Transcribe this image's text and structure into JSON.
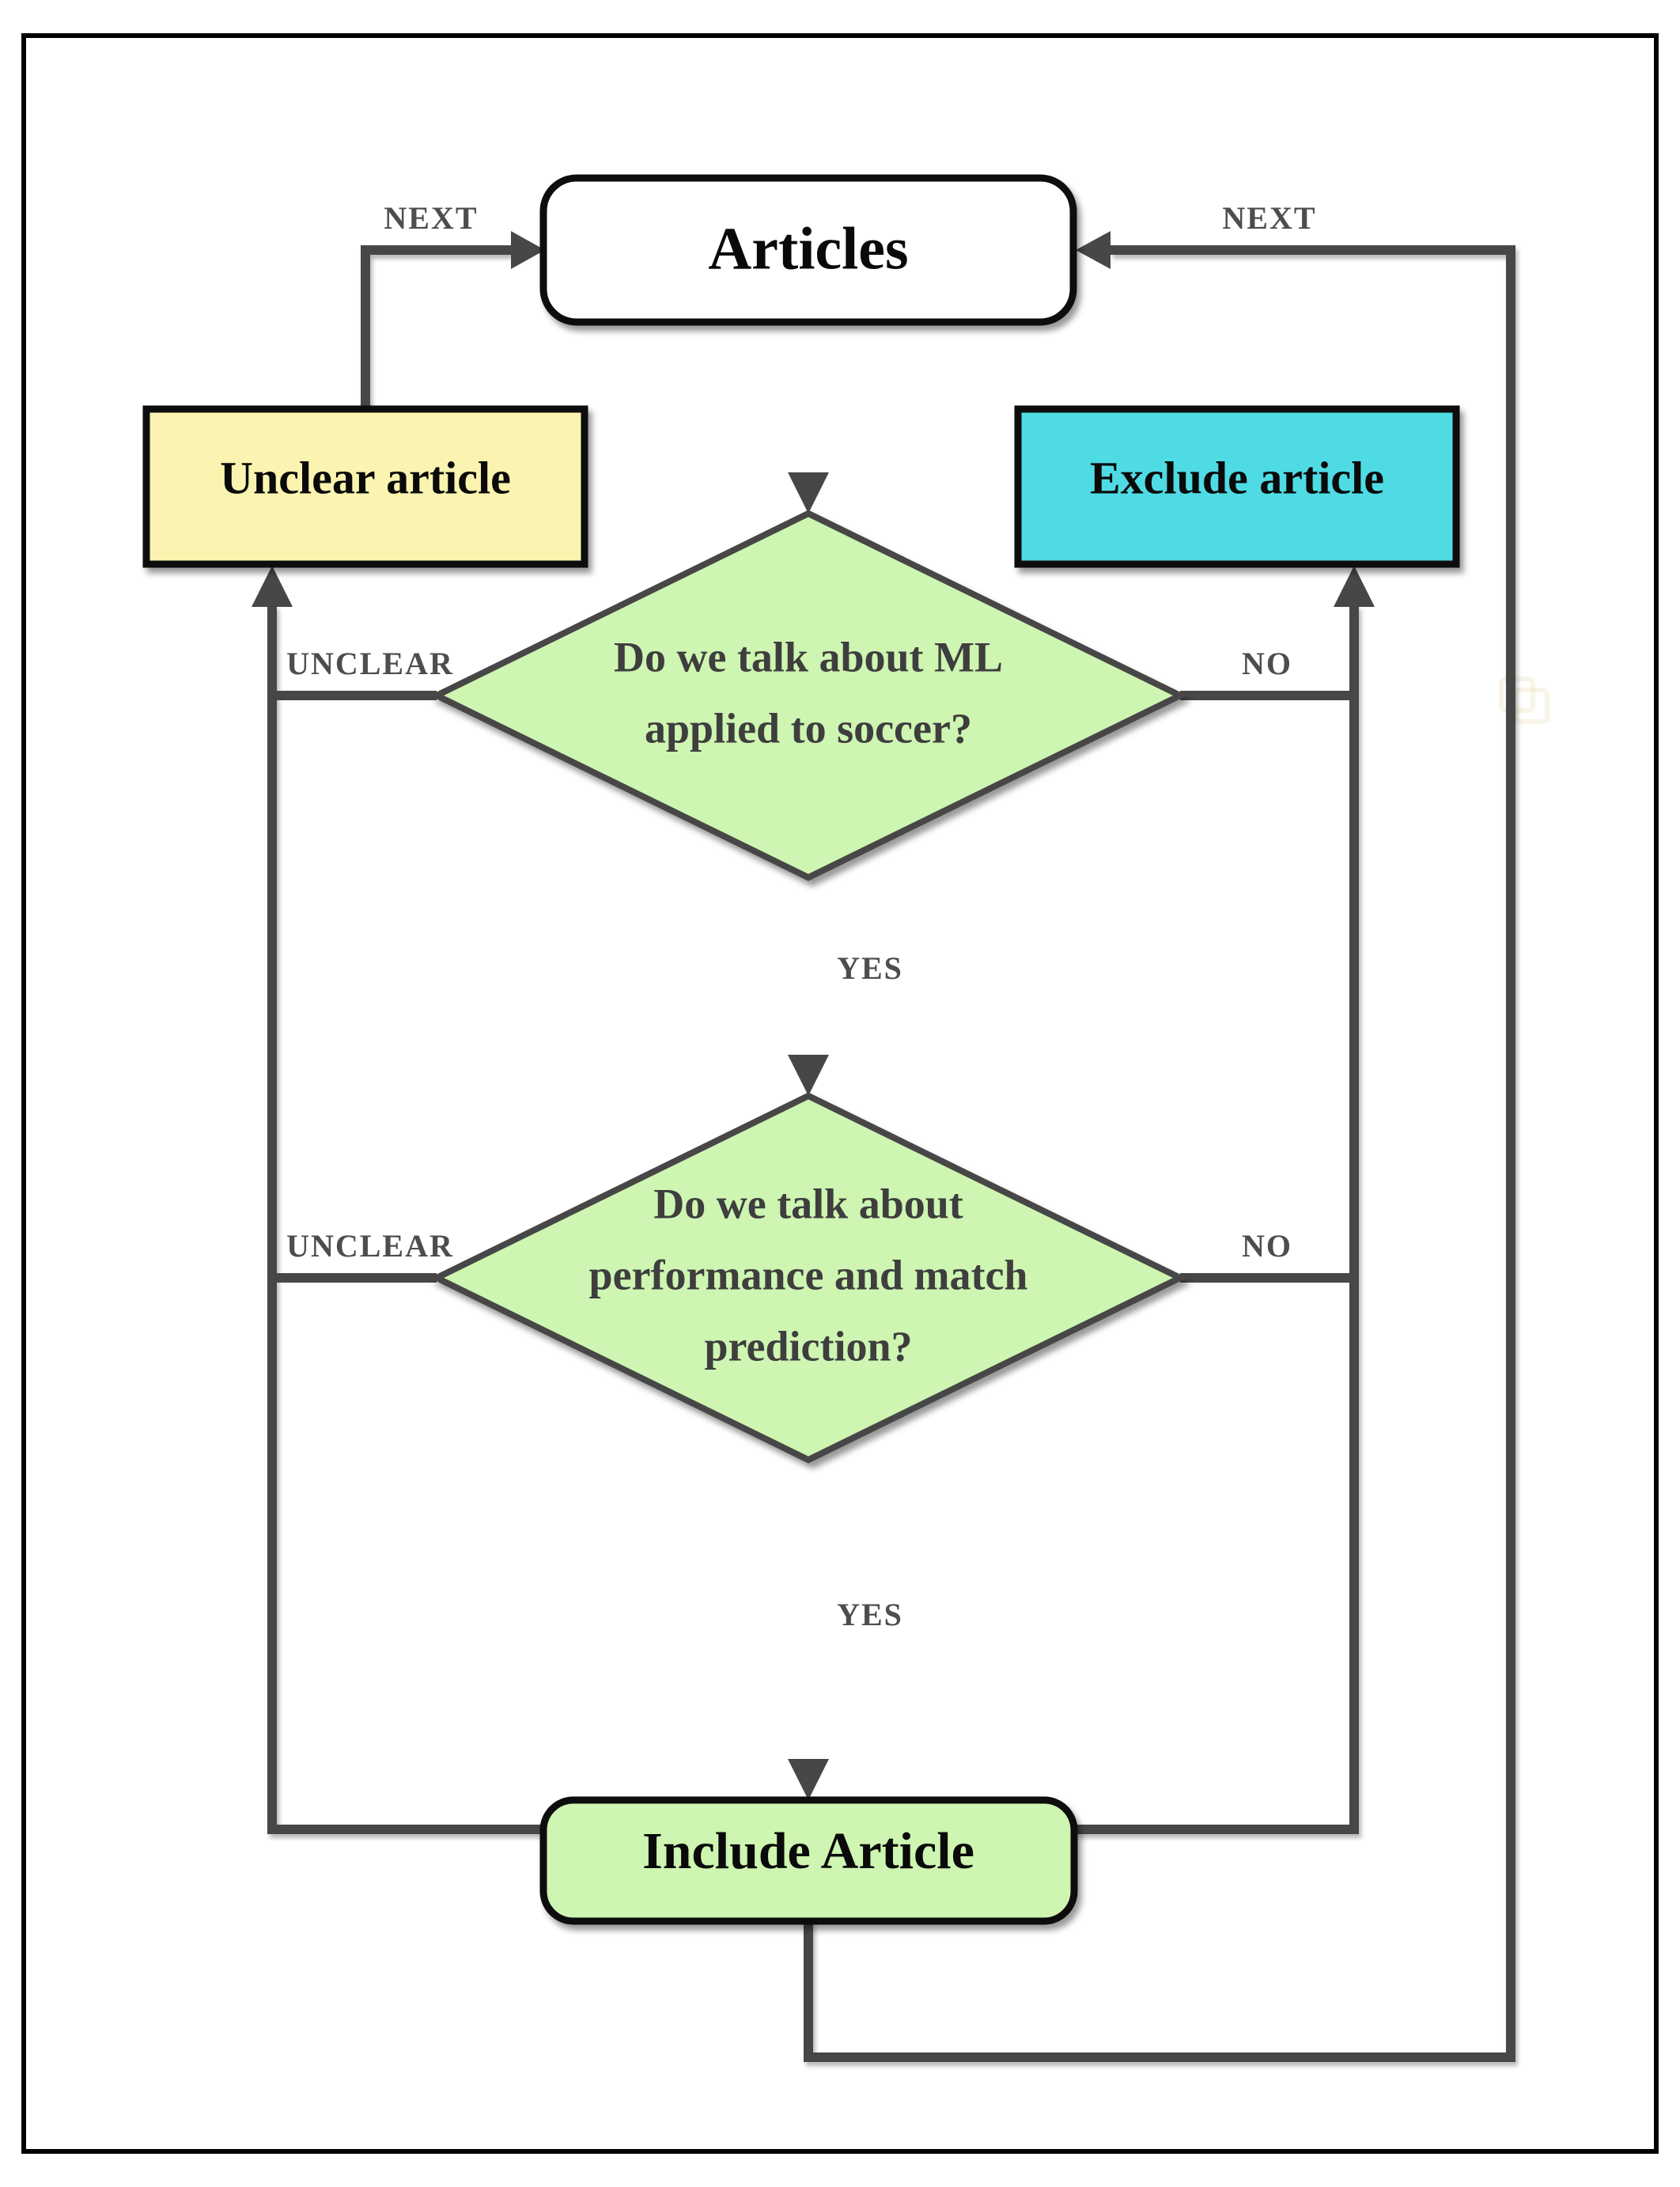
{
  "colors": {
    "page_bg": "#ffffff",
    "border": "#000000",
    "line": "#474747",
    "label": "#4d4d4d",
    "text": "#0a0a0a",
    "diamond_text": "#3e3e3e",
    "node_border": "#0d0d0d",
    "diamond_border": "#474747",
    "articles_fill": "#ffffff",
    "unclear_fill": "#faf4b0",
    "exclude_fill": "#4fdbe3",
    "decision_fill": "#cef5b1",
    "include_fill": "#cef5b1"
  },
  "nodes": {
    "articles": {
      "label": "Articles"
    },
    "unclear": {
      "label": "Unclear article"
    },
    "exclude": {
      "label": "Exclude article"
    },
    "decision1": {
      "line1": "Do we talk about ML",
      "line2": "applied to soccer?"
    },
    "decision2": {
      "line1": "Do we talk about",
      "line2": "performance and match",
      "line3": "prediction?"
    },
    "include": {
      "label": "Include Article"
    }
  },
  "edge_labels": {
    "next_left": "NEXT",
    "next_right": "NEXT",
    "unclear1": "UNCLEAR",
    "no1": "NO",
    "yes1": "YES",
    "unclear2": "UNCLEAR",
    "no2": "NO",
    "yes2": "YES"
  }
}
